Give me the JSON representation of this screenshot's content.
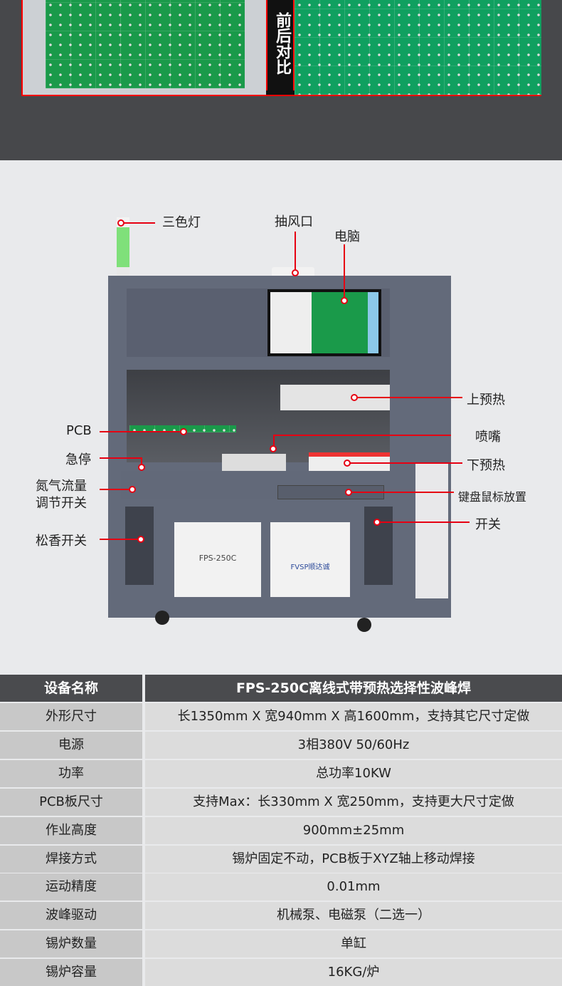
{
  "comparison": {
    "caption": "前后对比"
  },
  "callouts": {
    "tri_color_light": "三色灯",
    "exhaust_port": "抽风口",
    "computer": "电脑",
    "upper_preheat": "上预热",
    "pcb": "PCB",
    "nozzle": "喷嘴",
    "emergency_stop": "急停",
    "lower_preheat": "下预热",
    "nitrogen_flow_1": "氮气流量",
    "nitrogen_flow_2": "调节开关",
    "keyboard_mouse": "键盘鼠标放置",
    "power_switch": "开关",
    "rosin_switch": "松香开关"
  },
  "machine": {
    "model_label": "FPS-250C",
    "brand_label": "FVSP顺达诚"
  },
  "spec_table": {
    "header": {
      "name": "设备名称",
      "value": "FPS-250C离线式带预热选择性波峰焊"
    },
    "rows": [
      {
        "name": "外形尺寸",
        "value": "长1350mm X 宽940mm X 高1600mm，支持其它尺寸定做"
      },
      {
        "name": "电源",
        "value": "3相380V 50/60Hz"
      },
      {
        "name": "功率",
        "value": "总功率10KW"
      },
      {
        "name": "PCB板尺寸",
        "value": "支持Max：长330mm X 宽250mm，支持更大尺寸定做"
      },
      {
        "name": "作业高度",
        "value": "900mm±25mm"
      },
      {
        "name": "焊接方式",
        "value": "锡炉固定不动，PCB板于XYZ轴上移动焊接"
      },
      {
        "name": "运动精度",
        "value": "0.01mm"
      },
      {
        "name": "波峰驱动",
        "value": "机械泵、电磁泵（二选一）"
      },
      {
        "name": "锡炉数量",
        "value": "单缸"
      },
      {
        "name": "锡炉容量",
        "value": "16KG/炉"
      }
    ]
  }
}
